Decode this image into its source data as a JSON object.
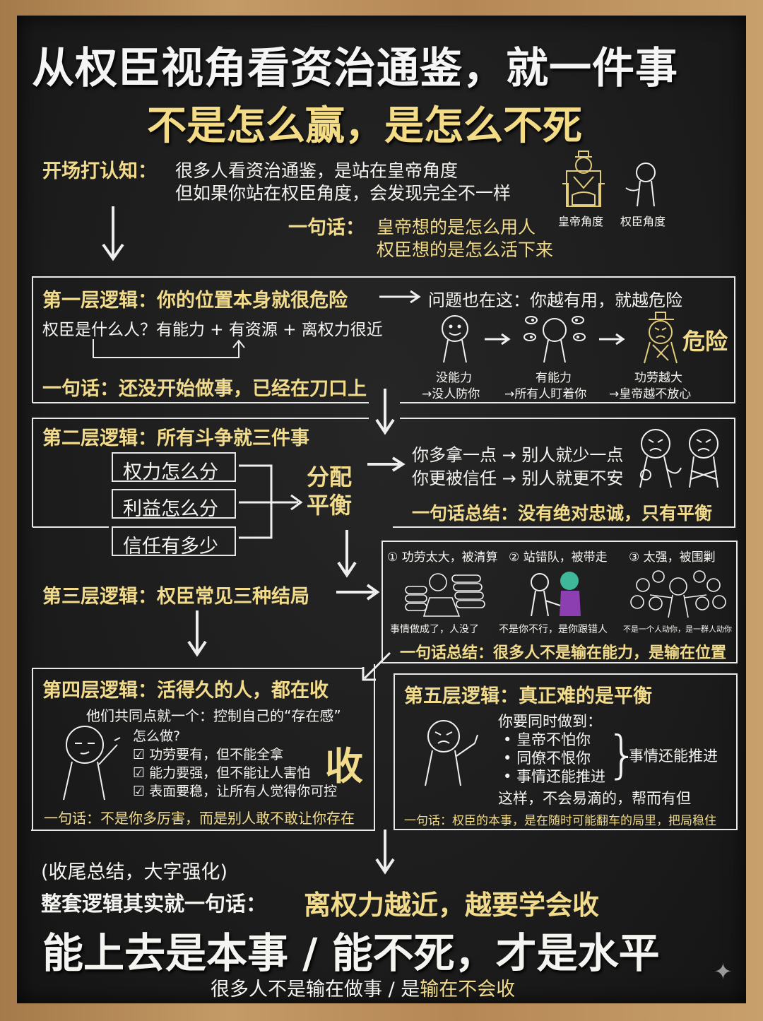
{
  "header": {
    "title": "从权臣视角看资治通鉴，就一件事",
    "subtitle": "不是怎么赢，是怎么不死"
  },
  "intro": {
    "label": "开场打认知：",
    "line1": "很多人看资治通鉴，是站在皇帝角度",
    "line2": "但如果你站在权臣角度，会发现完全不一样",
    "summary_label": "一句话：",
    "summary_line1": "皇帝想的是怎么用人",
    "summary_line2": "权臣想的是怎么活下来",
    "icons": [
      {
        "name": "emperor-icon",
        "caption": "皇帝角度"
      },
      {
        "name": "minister-icon",
        "caption": "权臣角度"
      }
    ]
  },
  "layer1": {
    "title": "第一层逻辑：你的位置本身就很危险",
    "problem": "问题也在这：你越有用，就越危险",
    "question": "权臣是什么人？有能力 + 有资源 + 离权力很近",
    "summary": "一句话：还没开始做事，已经在刀口上",
    "danger_label": "危险",
    "stages": [
      {
        "title": "没能力",
        "desc": "→没人防你"
      },
      {
        "title": "有能力",
        "desc": "→所有人盯着你"
      },
      {
        "title": "功劳越大",
        "desc": "→皇帝越不放心"
      }
    ]
  },
  "layer2": {
    "title": "第二层逻辑：所有斗争就三件事",
    "items": [
      "权力怎么分",
      "利益怎么分",
      "信任有多少"
    ],
    "merge_line1": "分配",
    "merge_line2": "平衡",
    "effect1": "你多拿一点 → 别人就少一点",
    "effect2": "你更被信任 → 别人就更不安",
    "summary": "一句话总结：没有绝对忠诚，只有平衡"
  },
  "layer3": {
    "title": "第三层逻辑：权臣常见三种结局",
    "outcomes": [
      {
        "title": "① 功劳太大，被清算",
        "caption": "事情做成了，人没了"
      },
      {
        "title": "② 站错队，被带走",
        "caption": "不是你不行，是你跟错人"
      },
      {
        "title": "③ 太强，被围剿",
        "caption": "不是一个人动你，是一群人动你"
      }
    ],
    "summary": "一句话总结：很多人不是输在能力，是输在位置"
  },
  "layer4": {
    "title": "第四层逻辑：活得久的人，都在收",
    "common": "他们共同点就一个：控制自己的“存在感”",
    "how": "怎么做?",
    "checklist": [
      "功劳要有，但不能全拿",
      "能力要强，但不能让人害怕",
      "表面要稳，让所有人觉得你可控"
    ],
    "big_char": "收",
    "summary": "一句话：不是你多厉害，而是别人敢不敢让你存在"
  },
  "layer5": {
    "title": "第五层逻辑：真正难的是平衡",
    "intro": "你要同时做到：",
    "bullets": [
      "皇帝不怕你",
      "同僚不恨你",
      "事情还能推进"
    ],
    "brace_result": "事情还能推进",
    "line": "这样，不会易滴的，帮而有但",
    "summary": "一句话：权臣的本事，是在随时可能翻车的局里，把局稳住"
  },
  "closing": {
    "note": "(收尾总结，大字强化)",
    "lead": "整套逻辑其实就一句话：",
    "highlight": "离权力越近，越要学会收",
    "big": "能上去是本事 / 能不死，才是水平",
    "bottom_white": "很多人不是输在做事 / 是",
    "bottom_yellow": "输在不会收"
  },
  "colors": {
    "board": "#1d1d1d",
    "frame": "#b88a57",
    "accent_yellow": "#f2dc8c",
    "text_white": "#f4f4f0"
  }
}
